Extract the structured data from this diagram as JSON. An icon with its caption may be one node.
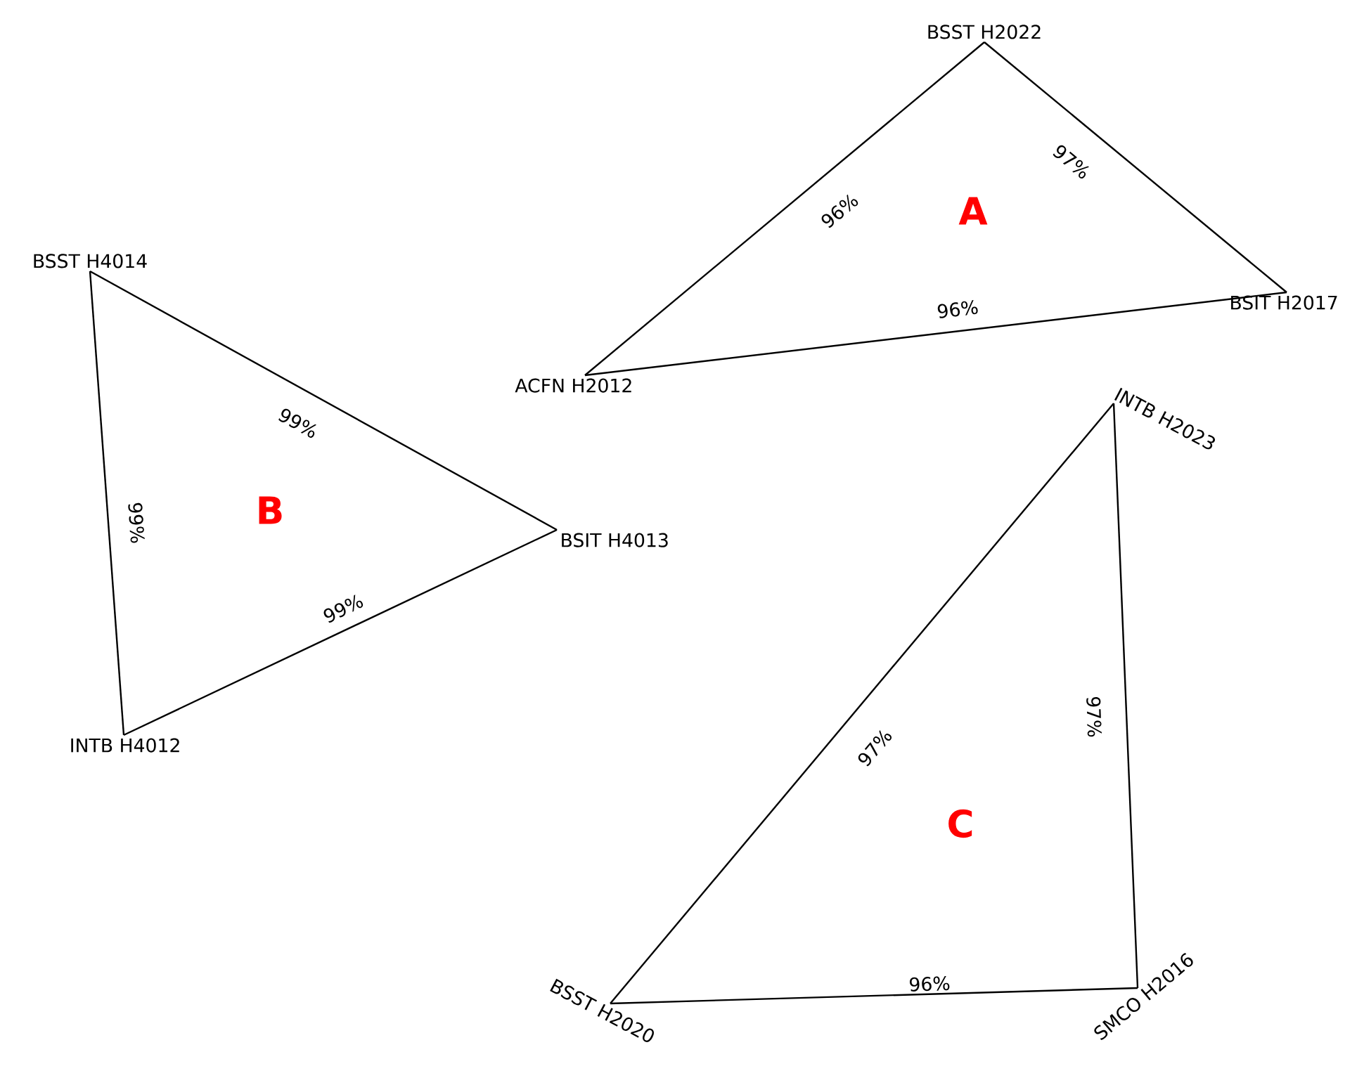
{
  "diagram": {
    "nodes": [
      {
        "text": [
          "BSST H2022"
        ]
      },
      {
        "text": [
          "BSIT H2017"
        ]
      },
      {
        "text": [
          "ACFN H2012"
        ]
      },
      {
        "text": [
          "BSST H4014"
        ]
      },
      {
        "text": [
          "BSIT H4013"
        ]
      },
      {
        "text": [
          "INTB H4012"
        ]
      },
      {
        "text": [
          "INTB H2023"
        ]
      },
      {
        "text": [
          "BSST H2020"
        ]
      },
      {
        "text": [
          "SMCO H2016"
        ]
      }
    ],
    "edges": [
      {
        "from": 2,
        "to": 0,
        "arrow": "none",
        "label": "96%"
      },
      {
        "from": 0,
        "to": 1,
        "arrow": "none",
        "label": "97%"
      },
      {
        "from": 2,
        "to": 1,
        "arrow": "none",
        "label": "96%"
      },
      {
        "from": 3,
        "to": 4,
        "arrow": "none",
        "label": "99%"
      },
      {
        "from": 3,
        "to": 5,
        "arrow": "none",
        "label": "99%"
      },
      {
        "from": 5,
        "to": 4,
        "arrow": "none",
        "label": "99%"
      },
      {
        "from": 7,
        "to": 6,
        "arrow": "none",
        "label": "97%"
      },
      {
        "from": 6,
        "to": 8,
        "arrow": "none",
        "label": "97%"
      },
      {
        "from": 7,
        "to": 8,
        "arrow": "none",
        "label": "96%"
      }
    ],
    "labels": [
      "A",
      "B",
      "C"
    ]
  }
}
